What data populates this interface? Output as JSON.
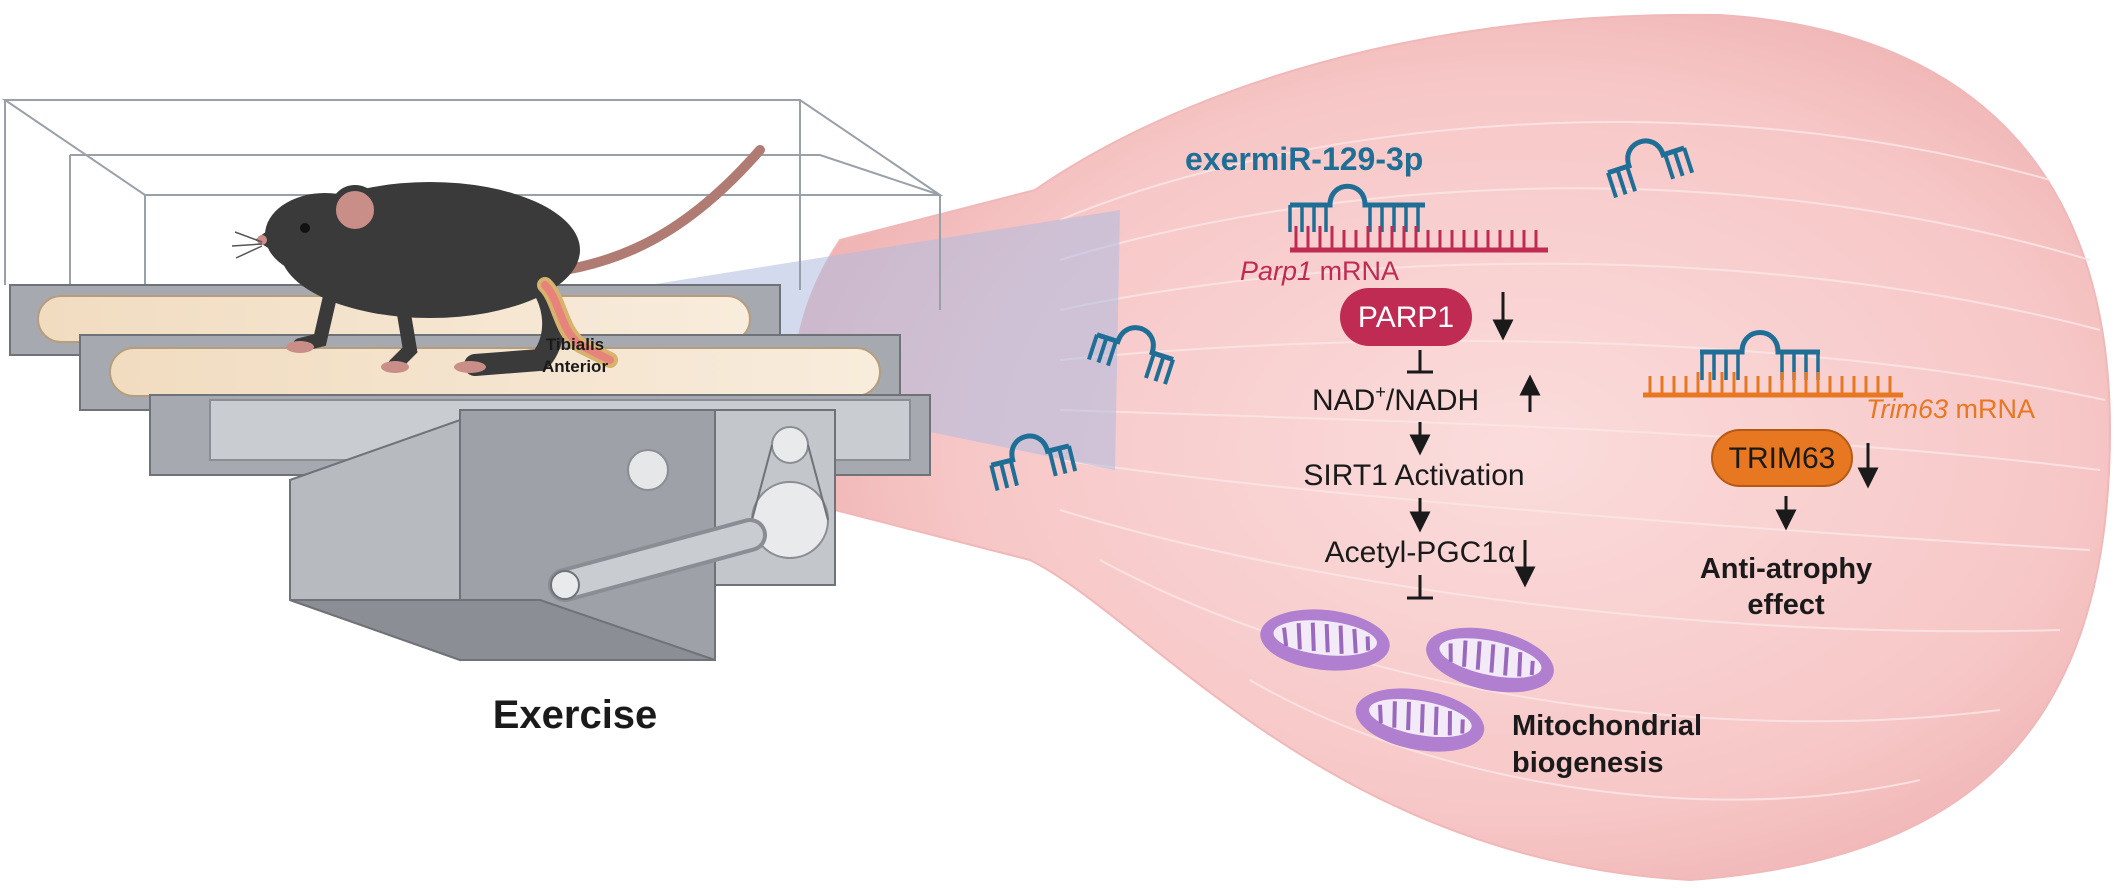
{
  "left": {
    "muscle_label_line1": "Tibialis",
    "muscle_label_line2": "Anterior",
    "exercise_label": "Exercise"
  },
  "mirna": {
    "name": "exermiR-129-3p",
    "parp1_target_italic": "Parp1",
    "parp1_target_suffix": " mRNA",
    "trim63_target_italic": "Trim63",
    "trim63_target_suffix": " mRNA"
  },
  "pathway": {
    "parp1": "PARP1",
    "nad_prefix": "NAD",
    "nad_sup": "+",
    "nad_suffix": "/NADH",
    "sirt1": "SIRT1 Activation",
    "acetyl": "Acetyl-PGC1α",
    "mito_line1": "Mitochondrial",
    "mito_line2": "biogenesis"
  },
  "trim_branch": {
    "trim63": "TRIM63",
    "effect_line1": "Anti-atrophy",
    "effect_line2": "effect"
  },
  "colors": {
    "mirna_blue": "#1f6e96",
    "parp1_crimson": "#c02b54",
    "trim63_orange": "#e87722",
    "muscle_pink": "#f7c9c9",
    "mito_purple": "#b07fd0",
    "dark_text": "#1a1a1a"
  }
}
